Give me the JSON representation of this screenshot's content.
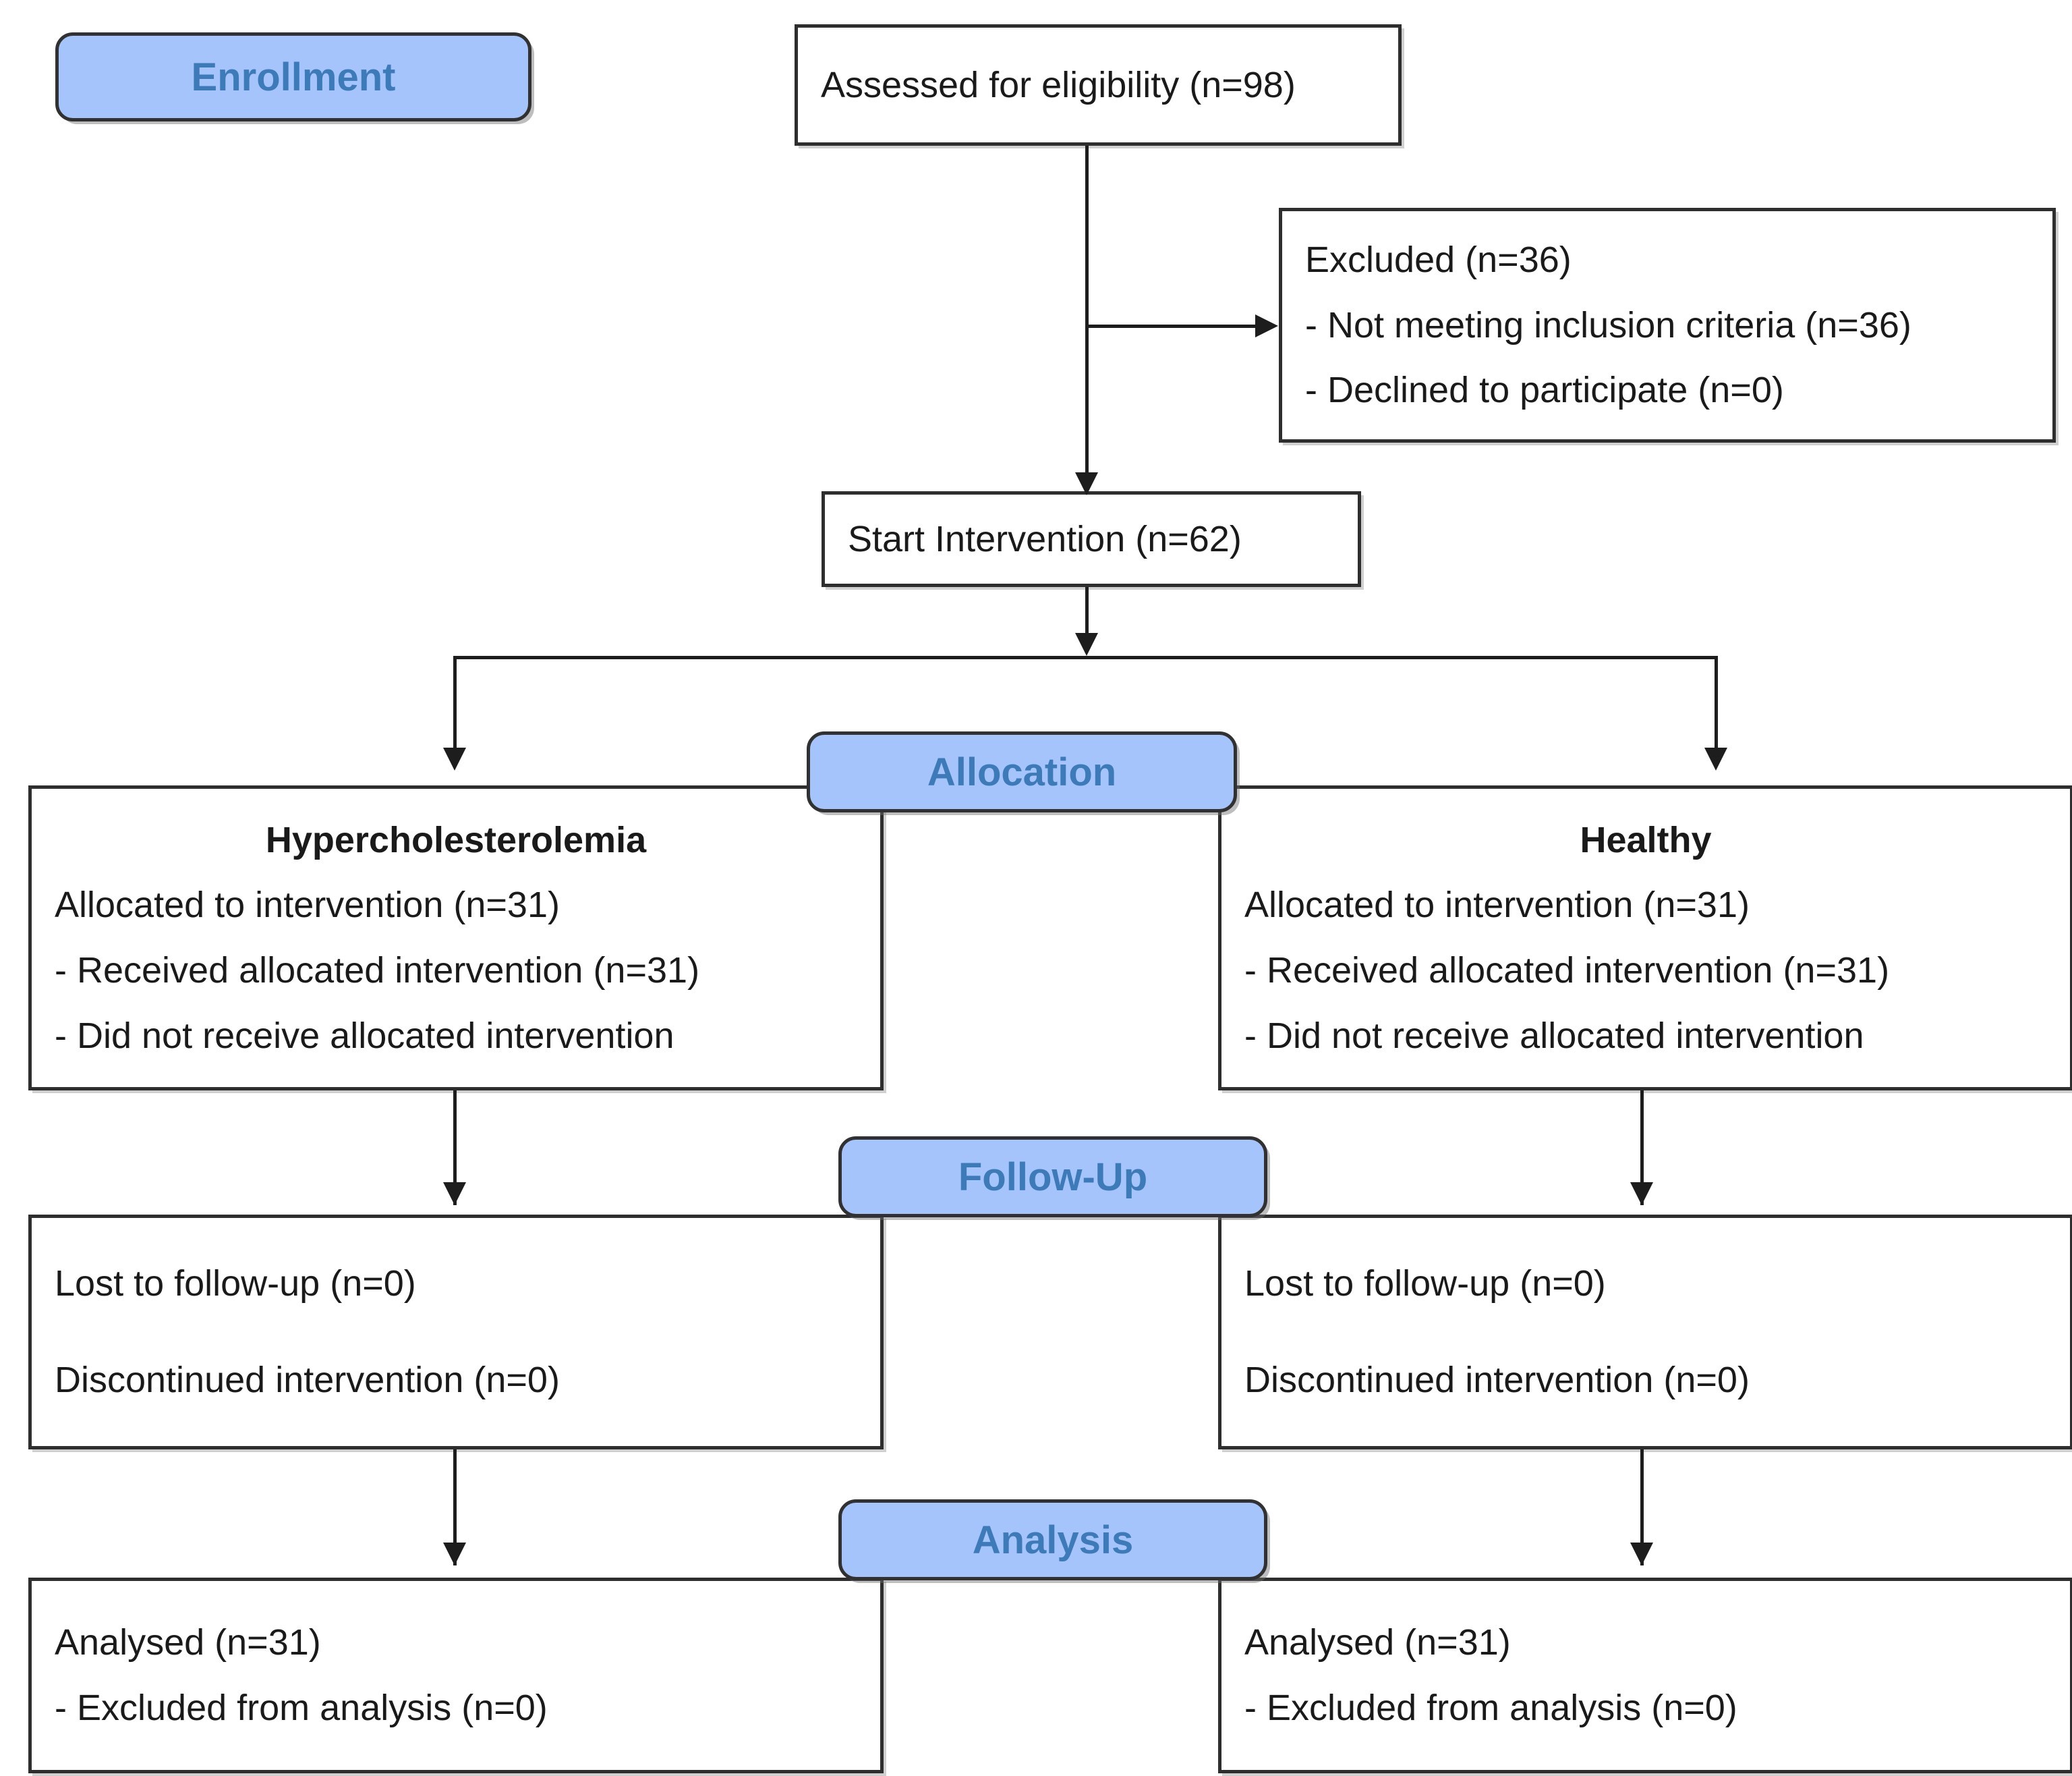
{
  "diagram": {
    "title": "CONSORT participant flow diagram",
    "colors": {
      "badge_fill": "#a5c4fb",
      "badge_text": "#3d7ab8",
      "border": "#2e2e2e",
      "text": "#1a1a1a",
      "background": "#ffffff"
    }
  },
  "stages": {
    "enrollment": "Enrollment",
    "allocation": "Allocation",
    "followup": "Follow-Up",
    "analysis": "Analysis"
  },
  "enrollment": {
    "assessed": "Assessed for eligibility (n=98)",
    "excluded": {
      "heading": "Excluded (n=36)",
      "reasons": [
        "- Not meeting inclusion criteria (n=36)",
        "- Declined to participate (n=0)"
      ]
    },
    "start_intervention": "Start Intervention (n=62)"
  },
  "allocation": {
    "left": {
      "group": "Hypercholesterolemia",
      "lines": [
        "Allocated to intervention (n=31)",
        "- Received allocated intervention (n=31)",
        "- Did not receive allocated intervention"
      ]
    },
    "right": {
      "group": "Healthy",
      "lines": [
        "Allocated to intervention (n=31)",
        "- Received allocated intervention (n=31)",
        "- Did not receive allocated intervention"
      ]
    }
  },
  "followup": {
    "left": {
      "lines": [
        "Lost to follow-up (n=0)",
        "Discontinued intervention (n=0)"
      ]
    },
    "right": {
      "lines": [
        "Lost to follow-up (n=0)",
        "Discontinued intervention (n=0)"
      ]
    }
  },
  "analysis": {
    "left": {
      "lines": [
        "Analysed (n=31)",
        "- Excluded from analysis (n=0)"
      ]
    },
    "right": {
      "lines": [
        "Analysed (n=31)",
        "- Excluded from analysis (n=0)"
      ]
    }
  }
}
